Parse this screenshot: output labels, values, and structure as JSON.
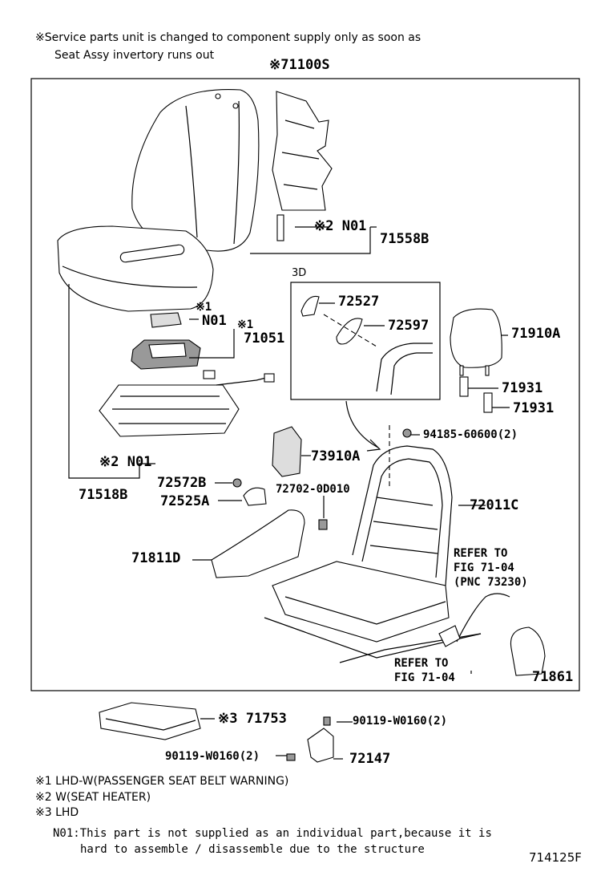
{
  "header_note": {
    "line1": "※Service parts unit is changed to component supply only as soon as",
    "line2": "Seat Assy invertory runs out"
  },
  "parts": {
    "p71100S": "※71100S",
    "p2_n01_top": "※2 N01",
    "p71558B": "71558B",
    "p3d": "3D",
    "p72527": "72527",
    "p72597": "72597",
    "p71910A": "71910A",
    "p1_mark_a": "※1",
    "p_n01_mid": "N01",
    "p1_mark_b": "※1",
    "p71051": "71051",
    "p71931_a": "71931",
    "p71931_b": "71931",
    "p94185": "94185-60600(2)",
    "p73910A": "73910A",
    "p2_n01_low": "※2 N01",
    "p71518B": "71518B",
    "p72572B": "72572B",
    "p72525A": "72525A",
    "p72702": "72702-0D010",
    "p72011C": "72011C",
    "p71811D": "71811D",
    "refer1_l1": "REFER TO",
    "refer1_l2": "FIG 71-04",
    "refer1_l3": "(PNC 73230)",
    "refer2_l1": "REFER TO",
    "refer2_l2": "FIG 71-04",
    "p71861": "71861",
    "p71753": "※3 71753",
    "p90119_a": "90119-W0160(2)",
    "p90119_b": "90119-W0160(2)",
    "p72147": "72147"
  },
  "legend": {
    "l1": "※1 LHD-W(PASSENGER SEAT BELT WARNING)",
    "l2": "※2 W(SEAT HEATER)",
    "l3": "※3 LHD",
    "n01_l1": "N01:This part is not supplied as an individual part,because it is",
    "n01_l2": "hard to assemble / disassemble due to the structure"
  },
  "figure_id": "714125F"
}
